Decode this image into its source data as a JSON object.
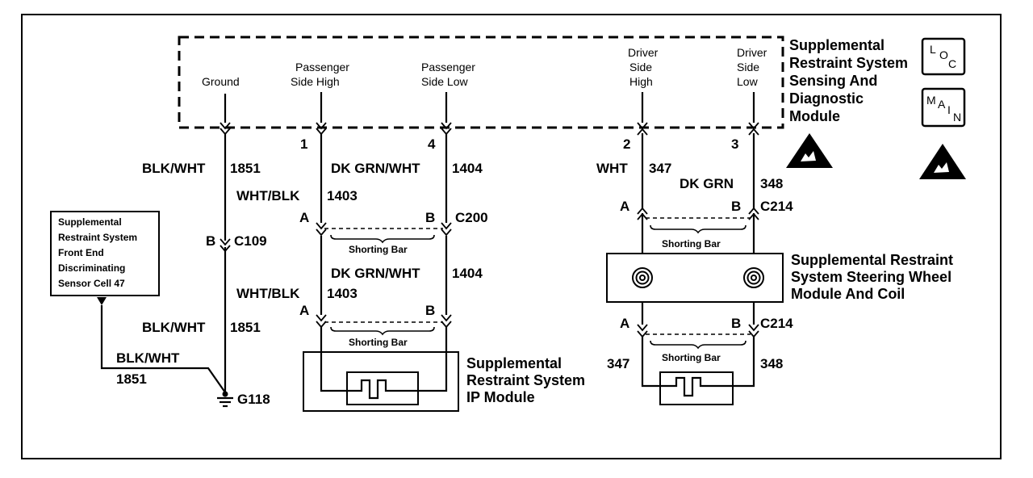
{
  "module": {
    "title_lines": [
      "Supplemental",
      "Restraint System",
      "Sensing And",
      "Diagnostic",
      "Module"
    ],
    "terminals": [
      {
        "lines": [
          "Ground"
        ],
        "pin": ""
      },
      {
        "lines": [
          "Passenger",
          "Side High"
        ],
        "pin": "1"
      },
      {
        "lines": [
          "Passenger",
          "Side Low"
        ],
        "pin": "4"
      },
      {
        "lines": [
          "Driver",
          "Side",
          "High"
        ],
        "pin": "2"
      },
      {
        "lines": [
          "Driver",
          "Side",
          "Low"
        ],
        "pin": "3"
      }
    ]
  },
  "icons": {
    "loc": "loc-icon",
    "main": "main-icon",
    "esd": "esd-warning-icon"
  },
  "icon_text": {
    "loc": [
      "L",
      "O",
      "C"
    ],
    "main": [
      "M",
      "A",
      "I",
      "N"
    ]
  },
  "wires": {
    "ground_top": {
      "color": "BLK/WHT",
      "circuit": "1851"
    },
    "pass_high_top": {
      "color": "WHT/BLK",
      "circuit": "1403"
    },
    "pass_low_top": {
      "color": "DK GRN/WHT",
      "circuit": "1404"
    },
    "drv_high_top": {
      "color": "WHT",
      "circuit": "347"
    },
    "drv_low_top": {
      "color": "DK GRN",
      "circuit": "348"
    },
    "pass_low_mid": {
      "color": "DK GRN/WHT",
      "circuit": "1404"
    },
    "pass_high_mid": {
      "color": "WHT/BLK",
      "circuit": "1403"
    },
    "ground_bottom": {
      "color": "BLK/WHT",
      "circuit": "1851"
    },
    "sensor_wire": {
      "color": "BLK/WHT",
      "circuit": "1851"
    },
    "drv_high_bottom": {
      "circuit": "347"
    },
    "drv_low_bottom": {
      "circuit": "348"
    }
  },
  "connectors": {
    "c109": {
      "name": "C109",
      "pin": "B"
    },
    "c200": {
      "name": "C200",
      "pin_a": "A",
      "pin_b": "B"
    },
    "c200_lower": {
      "pin_a": "A",
      "pin_b": "B"
    },
    "c214_upper": {
      "name": "C214",
      "pin_a": "A",
      "pin_b": "B"
    },
    "c214_lower": {
      "name": "C214",
      "pin_a": "A",
      "pin_b": "B"
    }
  },
  "shorting_bar_label": "Shorting Bar",
  "sensor": {
    "lines": [
      "Supplemental",
      "Restraint System",
      "Front End",
      "Discriminating",
      "Sensor Cell 47"
    ]
  },
  "ground": {
    "name": "G118"
  },
  "ip_module": {
    "lines": [
      "Supplemental",
      "Restraint System",
      "IP Module"
    ]
  },
  "steering_module": {
    "lines": [
      "Supplemental Restraint",
      "System Steering Wheel",
      "Module And Coil"
    ]
  }
}
